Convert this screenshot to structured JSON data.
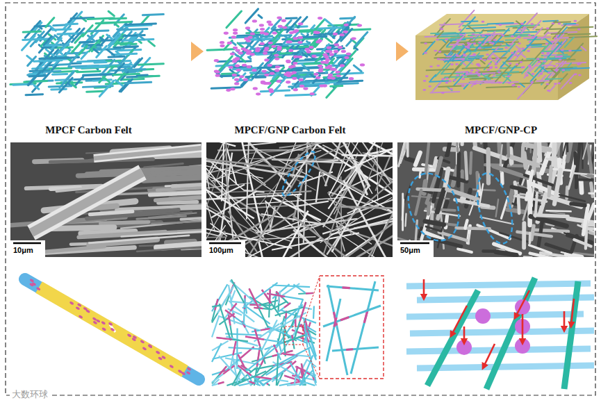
{
  "diagram": {
    "nodes": [
      {
        "text": [
          "MPCF Carbon Felt"
        ]
      },
      {
        "text": [
          "MPCF/GNP Carbon Felt"
        ]
      },
      {
        "text": [
          "MPCF/GNP-CP"
        ]
      }
    ],
    "edges": [
      {
        "from": 0,
        "to": 1,
        "arrow": "to"
      },
      {
        "from": 1,
        "to": 2,
        "arrow": "to"
      }
    ],
    "labels": [
      "10μm",
      "100μm",
      "50μm",
      "大数环球"
    ]
  }
}
